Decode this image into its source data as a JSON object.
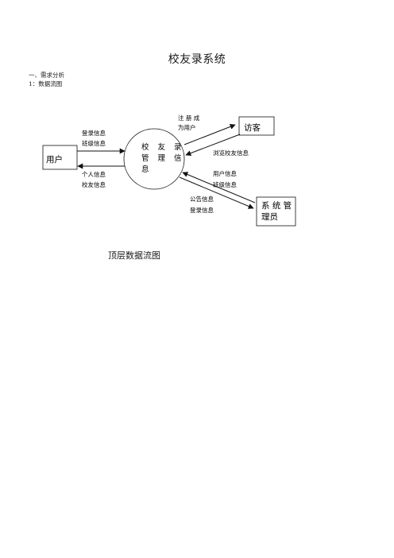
{
  "page": {
    "title": "校友录系统",
    "section": "一、需求分析",
    "subsection": "1：数据流图"
  },
  "diagram": {
    "entities": {
      "user": "用户",
      "visitor": "访客",
      "admin_line1": "系 统 管",
      "admin_line2": "理员"
    },
    "process": {
      "line1": "校 友 录",
      "line2": "管 理 信",
      "line3": "息"
    },
    "flows": {
      "user_in_1": "登录信息",
      "user_in_2": "班级信息",
      "user_out_1": "个人信息",
      "user_out_2": "校友信息",
      "visitor_out_1": "注 册 成",
      "visitor_out_2": "为用户",
      "visitor_in": "浏览校友信息",
      "admin_in_1": "用户信息",
      "admin_in_2": "班级信息",
      "admin_out_1": "公告信息",
      "admin_out_2": "登录信息"
    },
    "caption": "顶层数据流图"
  }
}
